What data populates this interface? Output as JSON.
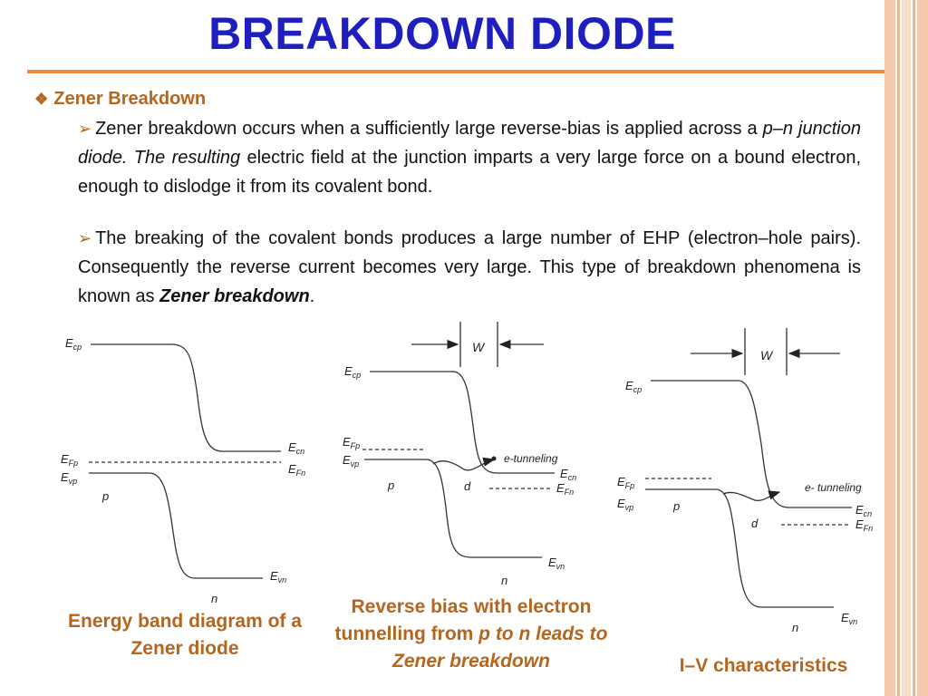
{
  "title": "BREAKDOWN DIODE",
  "heading": "Zener Breakdown",
  "para1": {
    "a": "Zener breakdown occurs when a sufficiently large reverse-bias is applied across a ",
    "italic1": "p–n",
    "italic2": " junction diode. The resulting",
    "b": " electric field at the junction imparts a very large force on a bound electron, enough to dislodge it from its covalent bond."
  },
  "para2": {
    "a": "The breaking of the covalent bonds produces a large number of EHP (electron–hole pairs). Consequently the reverse current becomes very large. This type of breakdown phenomena is known as ",
    "bold": "Zener breakdown",
    "end": "."
  },
  "diagram1": {
    "ecp": "E",
    "ecp_sub": "cp",
    "efp": "E",
    "efp_sub": "Fp",
    "evp": "E",
    "evp_sub": "vp",
    "ecn": "E",
    "ecn_sub": "cn",
    "efn": "E",
    "efn_sub": "Fn",
    "evn": "E",
    "evn_sub": "vn",
    "p": "p",
    "n": "n"
  },
  "diagram2": {
    "w": "W",
    "ecp": "E",
    "ecp_sub": "cp",
    "efp": "E",
    "efp_sub": "Fp",
    "evp": "E",
    "evp_sub": "vp",
    "tunnel": "e-tunneling",
    "ecn": "E",
    "ecn_sub": "cn",
    "efn": "E",
    "efn_sub": "Fn",
    "evn": "E",
    "evn_sub": "vn",
    "p": "p",
    "d": "d",
    "n": "n"
  },
  "diagram3": {
    "w": "W",
    "ecp": "E",
    "ecp_sub": "cp",
    "efp": "E",
    "efp_sub": "Fp",
    "evp": "E",
    "evp_sub": "vp",
    "tunnel": "e- tunneling",
    "ecn": "E",
    "ecn_sub": "cn",
    "efn": "E",
    "efn_sub": "Fn",
    "evn": "E",
    "evn_sub": "vn",
    "p": "p",
    "d": "d",
    "n": "n"
  },
  "captions": {
    "cap1": "Energy band diagram of a Zener diode",
    "cap2_a": "Reverse bias with electron tunnelling from ",
    "cap2_b": "p to n leads to Zener breakdown",
    "cap3": "I–V characteristics"
  },
  "colors": {
    "title": "#1f1fbf",
    "accent": "#b5651d",
    "rule": "#f0883f"
  }
}
